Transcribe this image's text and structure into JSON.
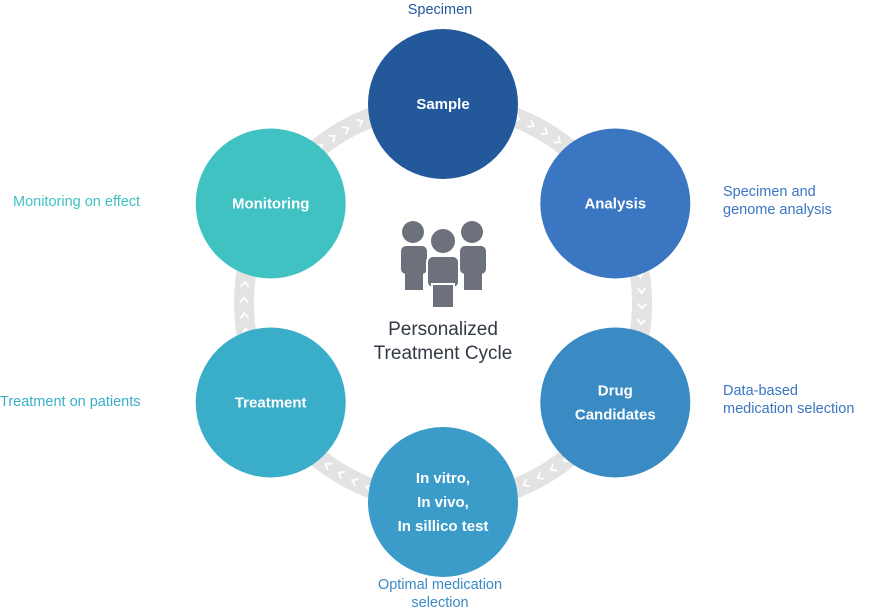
{
  "center": {
    "title_line1": "Personalized",
    "title_line2": "Treatment Cycle",
    "icon": "people-group-icon"
  },
  "nodes": [
    {
      "id": "sample",
      "lines": [
        "Sample"
      ],
      "color": "#23589b"
    },
    {
      "id": "analysis",
      "lines": [
        "Analysis"
      ],
      "color": "#3a76c2"
    },
    {
      "id": "drug",
      "lines": [
        "Drug",
        "Candidates"
      ],
      "color": "#3a8ac4"
    },
    {
      "id": "invitro",
      "lines": [
        "In vitro,",
        "In vivo,",
        "In sillico test"
      ],
      "color": "#3b9cc9"
    },
    {
      "id": "treatment",
      "lines": [
        "Treatment"
      ],
      "color": "#3aaec9"
    },
    {
      "id": "monitoring",
      "lines": [
        "Monitoring"
      ],
      "color": "#40c2c3"
    }
  ],
  "descriptions": {
    "specimen": "Specimen",
    "analysis_line1": "Specimen and",
    "analysis_line2": "genome analysis",
    "drug_line1": "Data-based",
    "drug_line2": "medication selection",
    "optimal_line1": "Optimal medication",
    "optimal_line2": "selection",
    "treatment": "Treatment on patients",
    "monitoring": "Monitoring on effect"
  },
  "colors": {
    "ring": "#e3e3e3",
    "chevron": "#ffffff",
    "icon": "#6d717b",
    "text_dark_blue": "#23589b",
    "text_blue": "#3a76c2",
    "text_teal": "#3aaec9",
    "text_cyan": "#40c2c3"
  }
}
